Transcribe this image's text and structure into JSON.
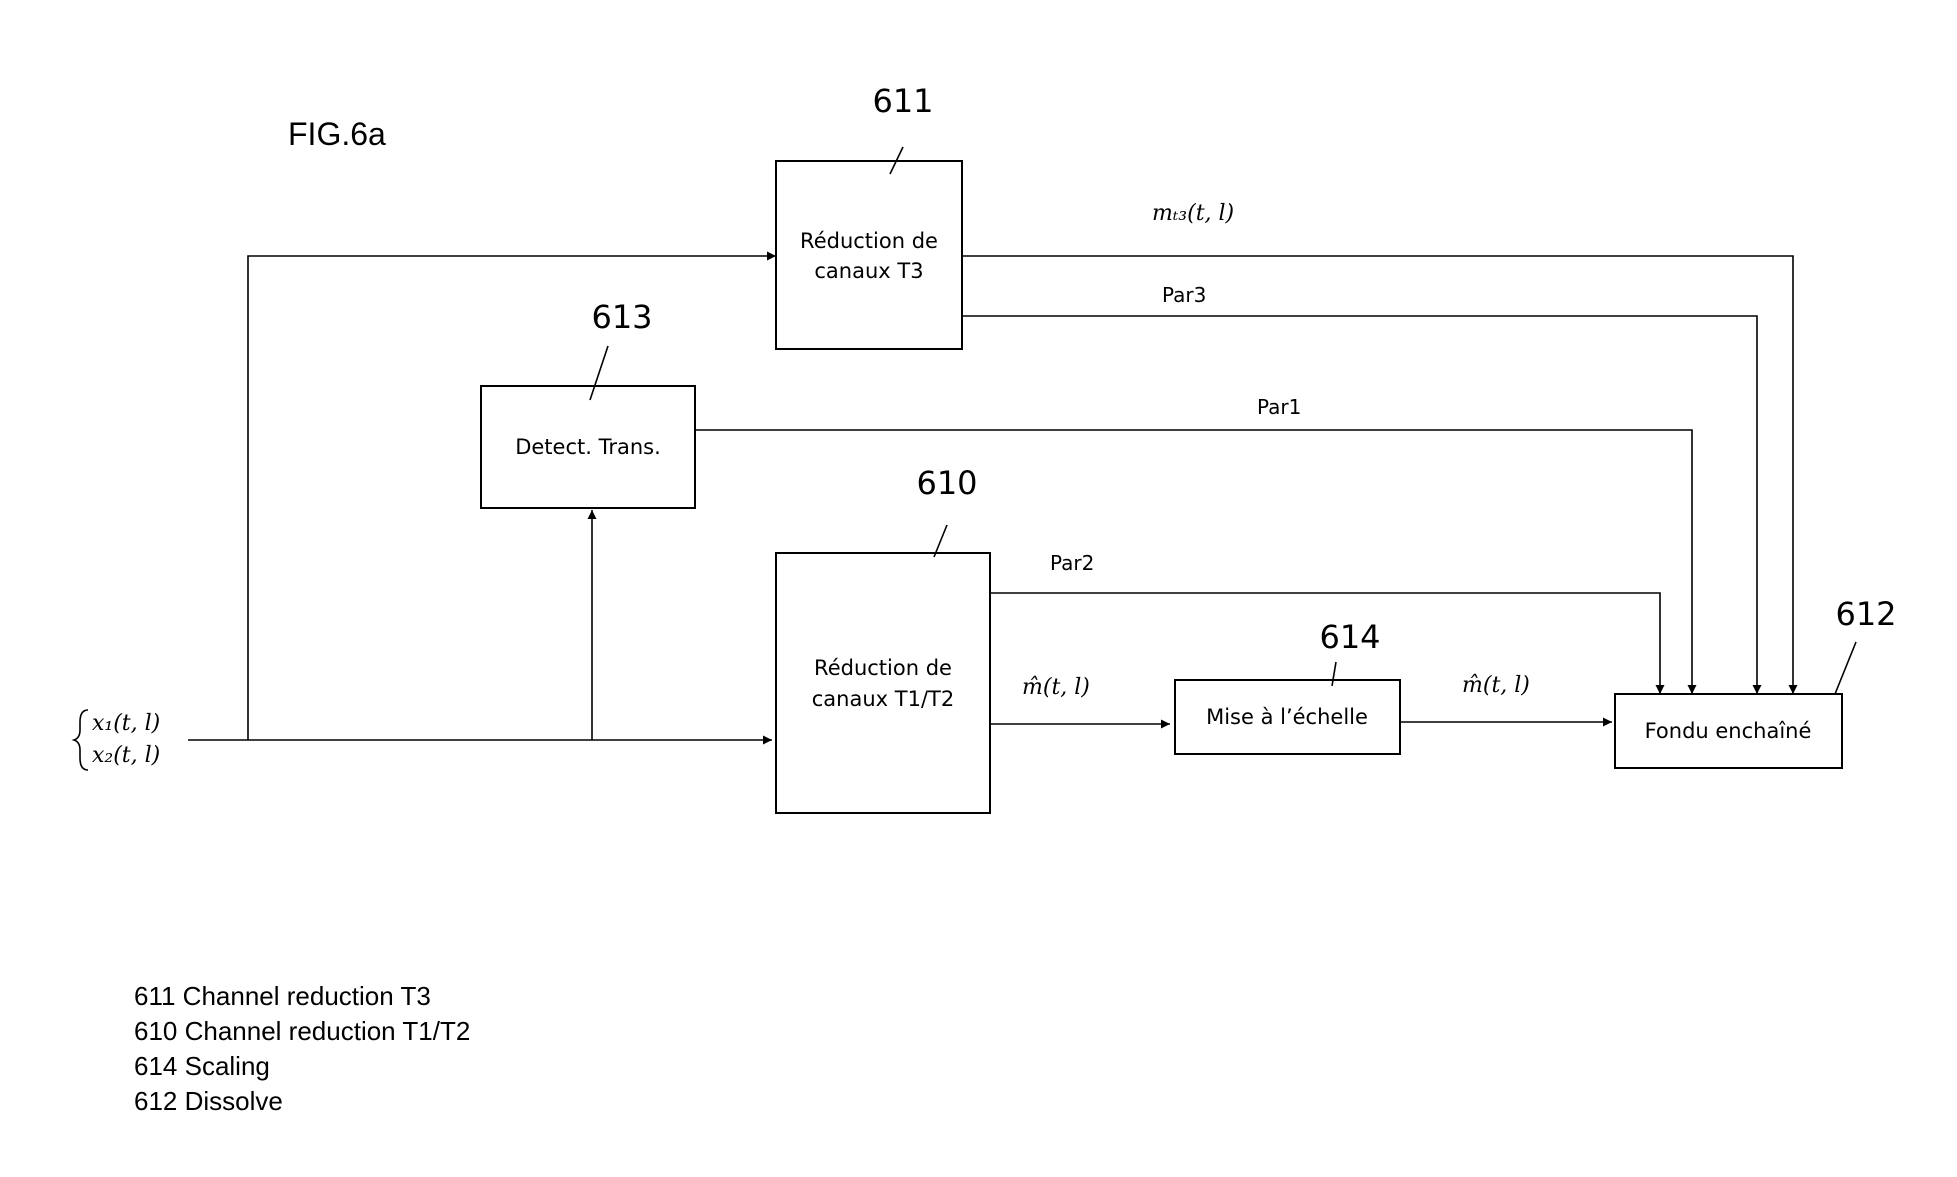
{
  "figure_label": "FIG.6a",
  "inputs": {
    "x1": "x₁(t, l)",
    "x2": "x₂(t, l)"
  },
  "blocks": {
    "b611": {
      "ref": "611",
      "line1": "Réduction de",
      "line2": "canaux T3"
    },
    "b613": {
      "ref": "613",
      "line1": "Detect. Trans."
    },
    "b610": {
      "ref": "610",
      "line1": "Réduction de",
      "line2": "canaux T1/T2"
    },
    "b614": {
      "ref": "614",
      "line1": "Mise à l’échelle"
    },
    "b612": {
      "ref": "612",
      "line1": "Fondu enchaîné"
    }
  },
  "signals": {
    "mT3": "mₜ₃(t, l)",
    "par3": "Par3",
    "par1": "Par1",
    "par2": "Par2",
    "mhat1": "m̂(t, l)",
    "mhat2": "m̂(t, l)"
  },
  "legend": [
    "611 Channel reduction T3",
    "610 Channel reduction T1/T2",
    "614 Scaling",
    "612 Dissolve"
  ]
}
